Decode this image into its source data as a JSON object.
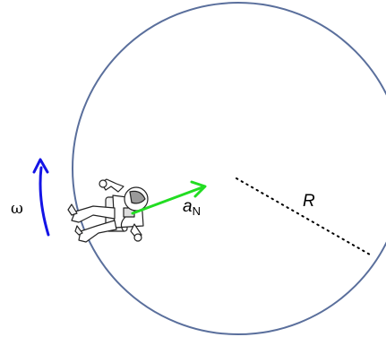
{
  "labels": {
    "omega": "ω",
    "acceleration_symbol": "a",
    "acceleration_subscript": "N",
    "radius": "R"
  },
  "colors": {
    "circle": "#5a6f9c",
    "rotation_arrow": "#1414e6",
    "acceleration_arrow": "#22dd22",
    "radius_line": "#000000"
  },
  "icons": {
    "astronaut": "astronaut-figure"
  }
}
